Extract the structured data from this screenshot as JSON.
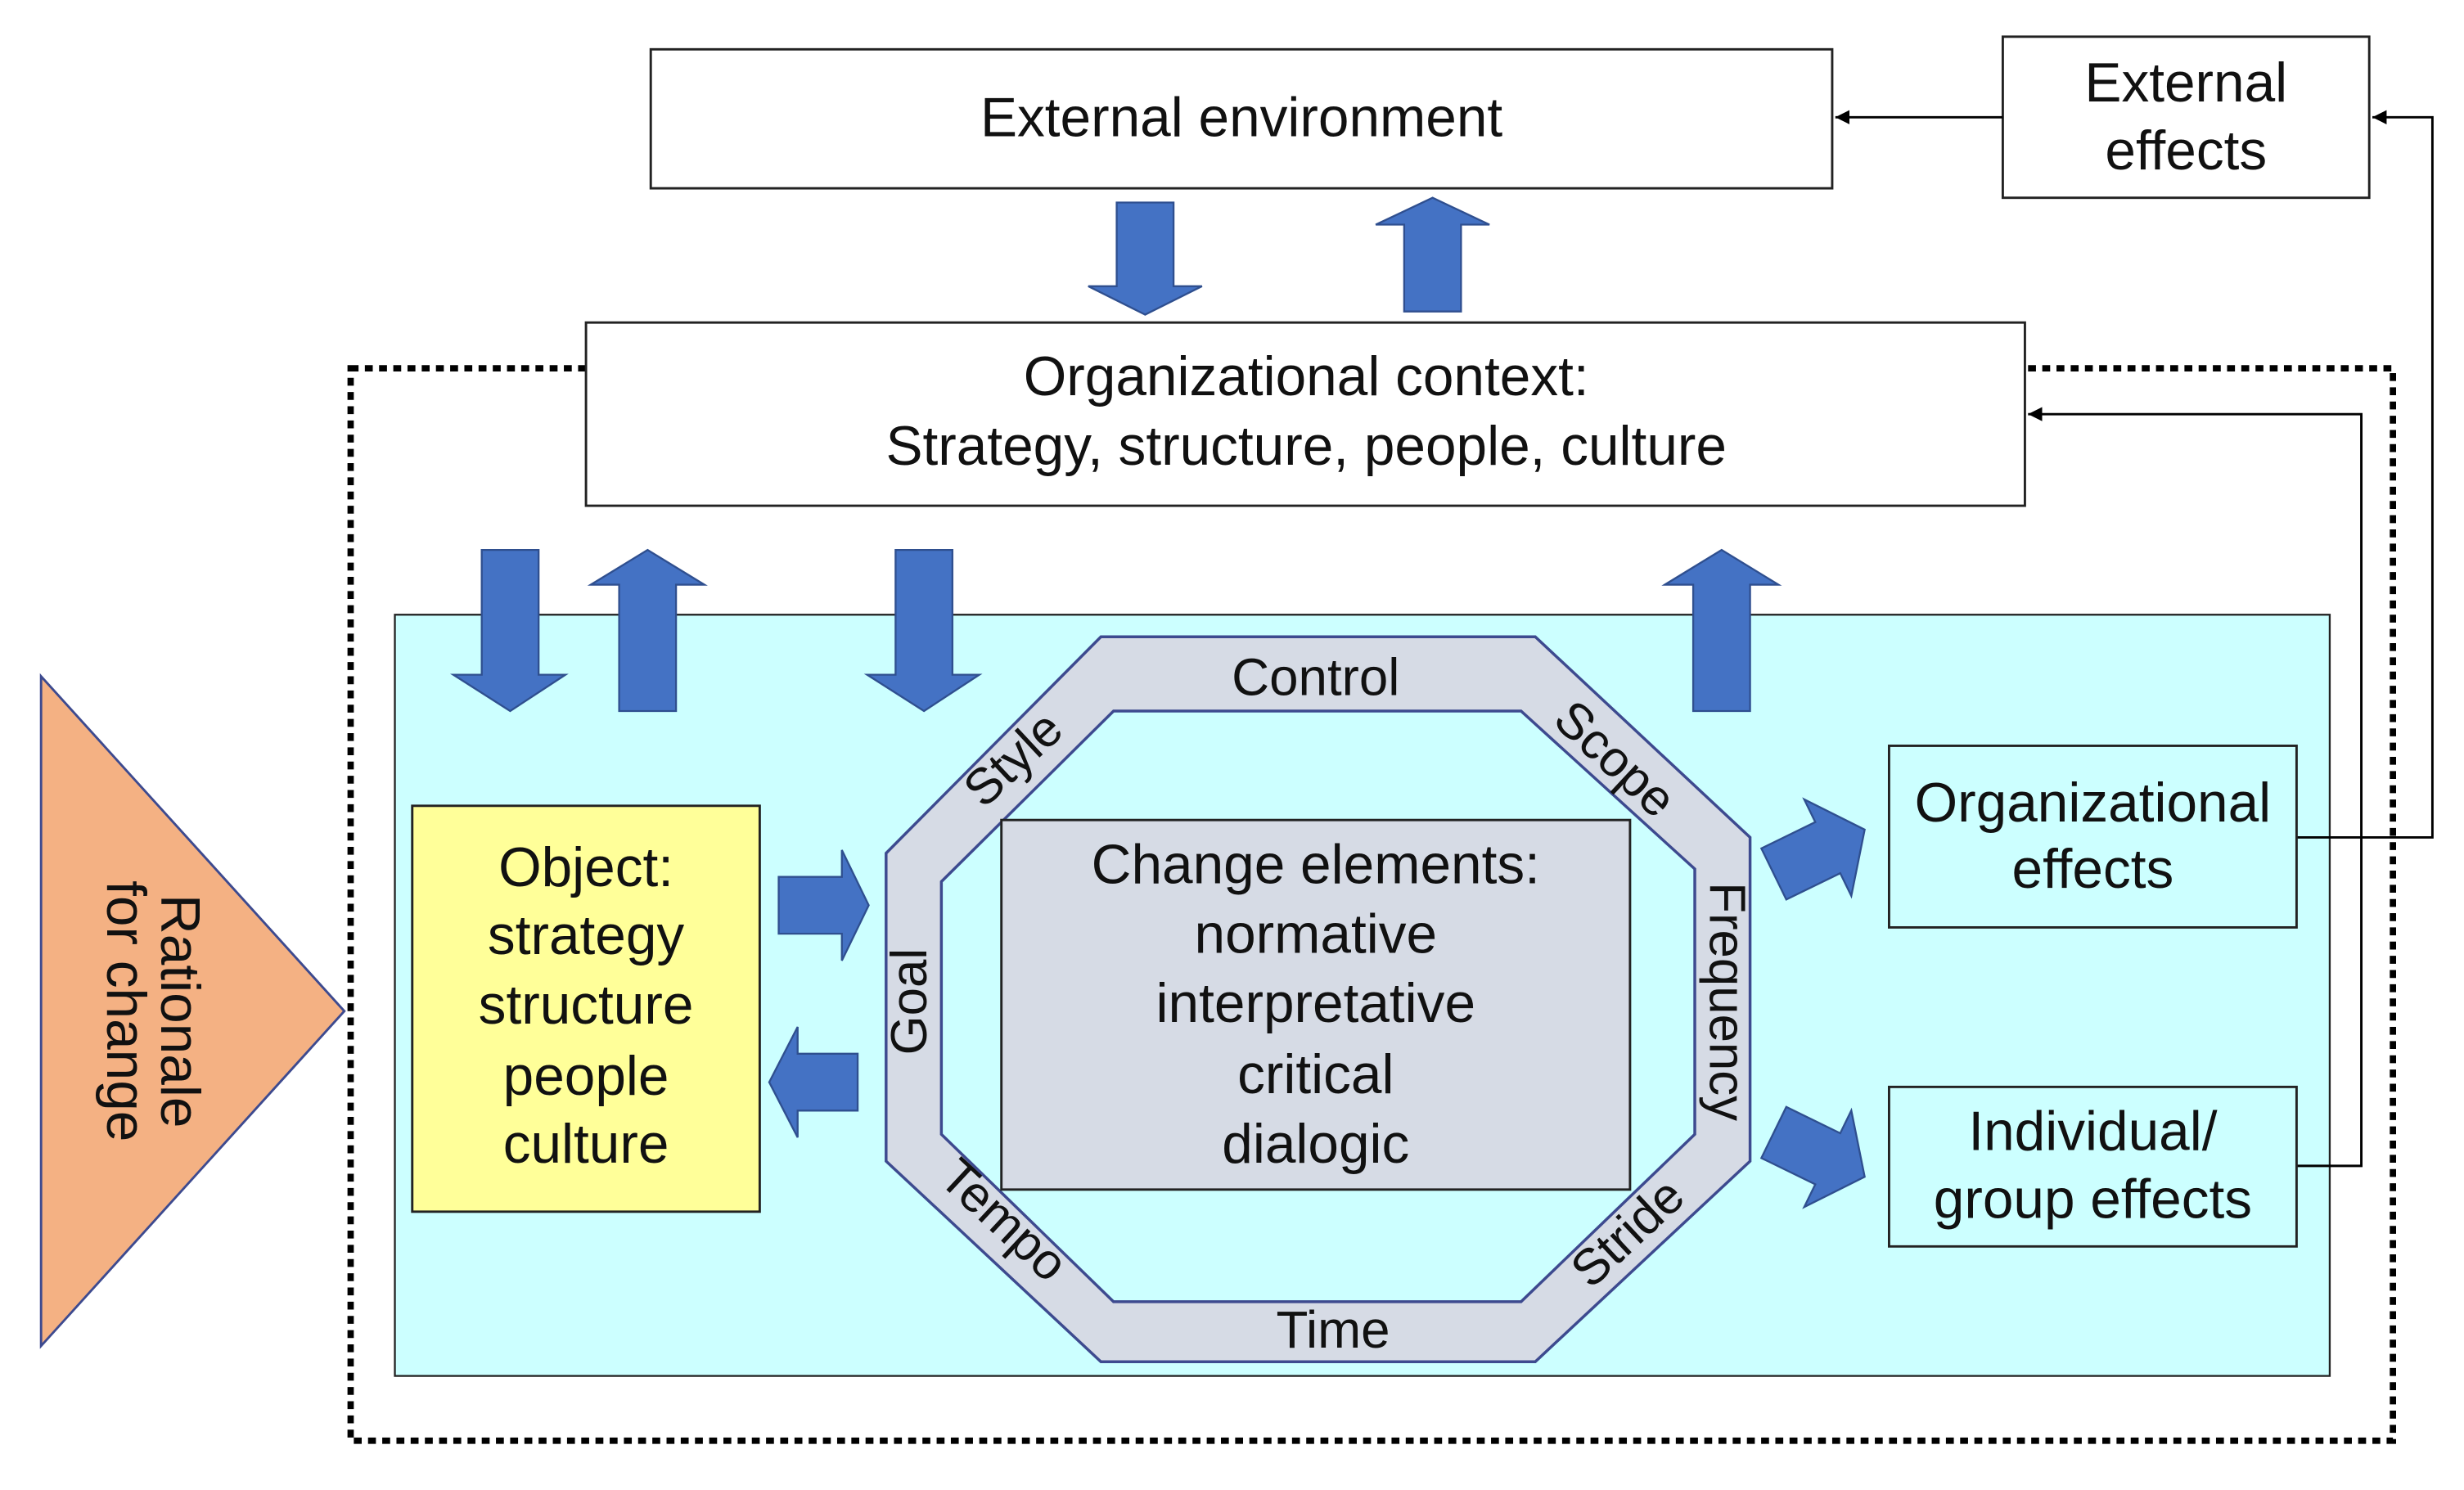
{
  "colors": {
    "inner_panel": "#ccffff",
    "object_box": "#ffff99",
    "octagon": "#d6dbe5",
    "octagon_border": "#3d4a8f",
    "change_box": "#d6dbe5",
    "arrow": "#4472c4",
    "arrow_border": "#2f4f8f",
    "rationale": "#f4b183",
    "rationale_border": "#3d4a8f",
    "line": "#000000"
  },
  "external_environment": "External environment",
  "external_effects": [
    "External",
    "effects"
  ],
  "organizational_context": {
    "line1": "Organizational context:",
    "line2": "Strategy, structure, people, culture"
  },
  "rationale": [
    "Rationale",
    "for change"
  ],
  "object": [
    "Object:",
    "strategy",
    "structure",
    "people",
    "culture"
  ],
  "octagon_labels": {
    "control": "Control",
    "style": "Style",
    "scope": "Scope",
    "goal": "Goal",
    "frequency": "Frequency",
    "tempo": "Tempo",
    "stride": "Stride",
    "time": "Time"
  },
  "change_elements": [
    "Change elements:",
    "normative",
    "interpretative",
    "critical",
    "dialogic"
  ],
  "organizational_effects": [
    "Organizational",
    "effects"
  ],
  "individual_group_effects": [
    "Individual/",
    "group effects"
  ]
}
